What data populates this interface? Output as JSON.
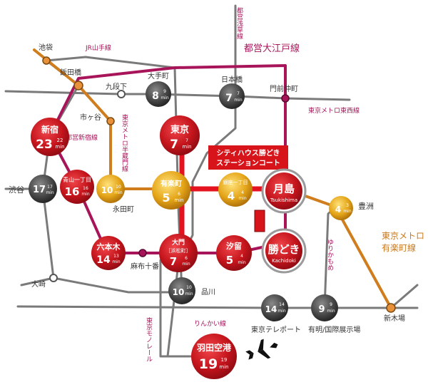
{
  "colors": {
    "oedo": "#a8145a",
    "ginza": "#ea8a2a",
    "yurakucho": "#c97a1c",
    "gray_line": "#6b6b6b",
    "highlight": "#e5121f",
    "station_red": "#c0141c",
    "station_gold": "#d99a12",
    "station_dark": "#444444",
    "callout_bg": "#d7141a"
  },
  "lines": {
    "asakusa": "都営浅草線",
    "oedo": "都営大江戸線",
    "yamanote": "JR山手線",
    "tozai": "東京メトロ東西線",
    "shinjuku": "都営新宿線",
    "hanzomon": "東京メトロ半蔵門線",
    "monorail": "東京モノレール",
    "rinkai": "りんかい線",
    "yurikamome": "ゆりかもめ",
    "yurakucho_1": "東京メトロ",
    "yurakucho_2": "有楽町線"
  },
  "callout": {
    "line1": "シティハウス勝どき",
    "line2": "ステーションコート"
  },
  "stations": {
    "shinjuku": {
      "name": "新宿",
      "min": "23",
      "rank": "22"
    },
    "aoyama": {
      "name": "青山一丁目",
      "min": "16",
      "rank": "16"
    },
    "shibuya": {
      "name": "17",
      "rank": "17"
    },
    "kudanshita_time": {
      "min": "10",
      "rank": "10"
    },
    "otemachi": {
      "min": "8",
      "rank": "9"
    },
    "nihonbashi": {
      "min": "7",
      "rank": "7"
    },
    "tokyo": {
      "name": "東京",
      "min": "7",
      "rank": "7"
    },
    "yurakucho": {
      "name": "有楽町",
      "min": "5",
      "rank": "6"
    },
    "ginza1": {
      "name": "銀座一丁目",
      "min": "4",
      "rank": "4"
    },
    "tsukishima": {
      "name": "月島",
      "en": "Tsukishima"
    },
    "toyosu": {
      "min": "4",
      "rank": "3"
    },
    "roppongi": {
      "name": "六本木",
      "min": "14",
      "rank": "13"
    },
    "daimon": {
      "name": "大門",
      "sub": "［浜松町］",
      "min": "7",
      "rank": "6"
    },
    "shiodome": {
      "name": "汐留",
      "min": "5",
      "rank": "4"
    },
    "kachidoki": {
      "name": "勝どき",
      "en": "Kachidoki"
    },
    "shinagawa": {
      "min": "10",
      "rank": "10"
    },
    "teleport": {
      "min": "14",
      "rank": "14"
    },
    "ariake": {
      "min": "9",
      "rank": "9"
    },
    "haneda": {
      "name": "羽田空港",
      "min": "19",
      "rank": "19"
    }
  },
  "labels": {
    "ikebukuro": "池袋",
    "iidabashi": "飯田橋",
    "kudanshita": "九段下",
    "ichigaya": "市ヶ谷",
    "otemachi": "大手町",
    "nihonbashi": "日本橋",
    "monzen": "門前仲町",
    "shibuya": "渋谷",
    "nagatacho": "永田町",
    "azabu": "麻布十番",
    "toyosu": "豊洲",
    "osaki": "大崎",
    "shinagawa": "品川",
    "shinkiba": "新木場",
    "teleport": "東京テレポート",
    "ariake": "有明/国際展示場",
    "unit": "min"
  }
}
